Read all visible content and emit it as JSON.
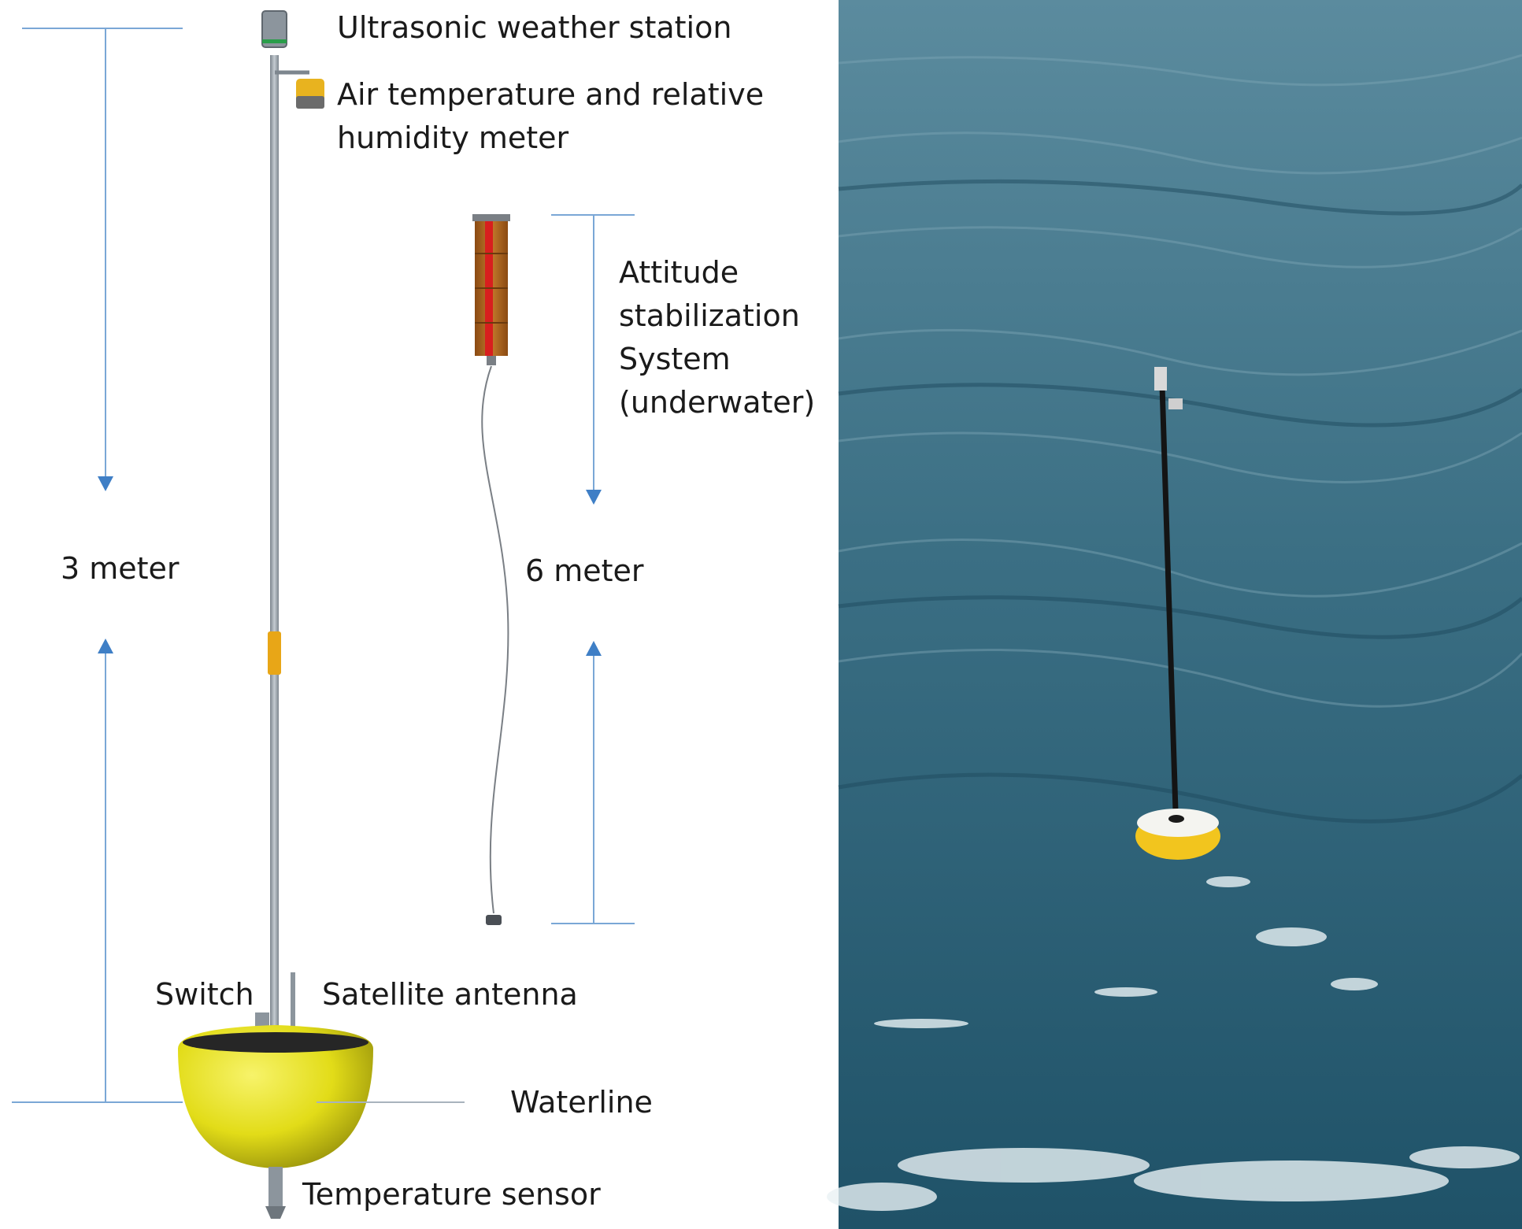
{
  "diagram": {
    "labels": {
      "weather_station": "Ultrasonic weather station",
      "air_temp_line1": "Air temperature and relative",
      "air_temp_line2": "humidity meter",
      "attitude_line1": "Attitude",
      "attitude_line2": "stabilization",
      "attitude_line3": "System",
      "attitude_line4": "(underwater)",
      "three_meter": "3 meter",
      "six_meter": "6 meter",
      "switch": "Switch",
      "satellite_antenna": "Satellite antenna",
      "waterline": "Waterline",
      "temperature_sensor": "Temperature sensor"
    },
    "colors": {
      "dimension_line": "#7aa7d6",
      "arrow": "#3f7fc6",
      "buoy": "#e6e21c",
      "buoy_top": "#262626",
      "mast": "#9aa3ab",
      "mast_band": "#e8a617",
      "sensor_head": "#e8b31f",
      "stabilizer_body": "#b5651d",
      "stabilizer_stripe": "#d81e1e",
      "sea": "#2e6378",
      "photo_buoy": "#f2c51e"
    }
  }
}
